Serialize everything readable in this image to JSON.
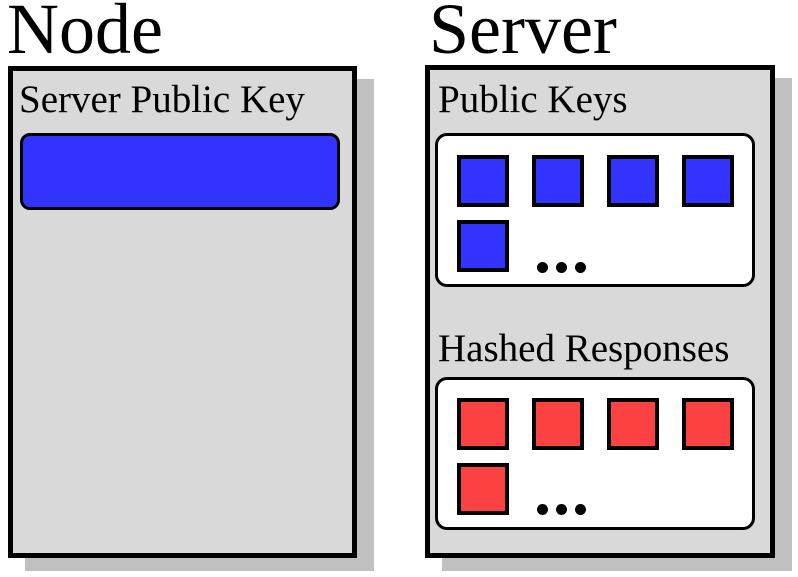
{
  "figure": {
    "node_panel": {
      "title": "Node",
      "label": "Server Public Key",
      "key_bar_count": 1
    },
    "server_panel": {
      "title": "Server",
      "public_keys": {
        "label": "Public Keys",
        "squares_top_row": 4,
        "squares_bottom_row": 1,
        "ellipsis": "..."
      },
      "hashed_responses": {
        "label": "Hashed Responses",
        "squares_top_row": 4,
        "squares_bottom_row": 1,
        "ellipsis": "..."
      }
    },
    "colors": {
      "public_key_blue": "#3333FF",
      "hashed_response_red": "#FB4141",
      "panel_fill_gray": "#D9D9D9",
      "drop_shadow_gray": "#C0C0C0",
      "border_black": "#000000",
      "container_white": "#FFFFFF",
      "page_background": "#FFFFFF"
    }
  }
}
